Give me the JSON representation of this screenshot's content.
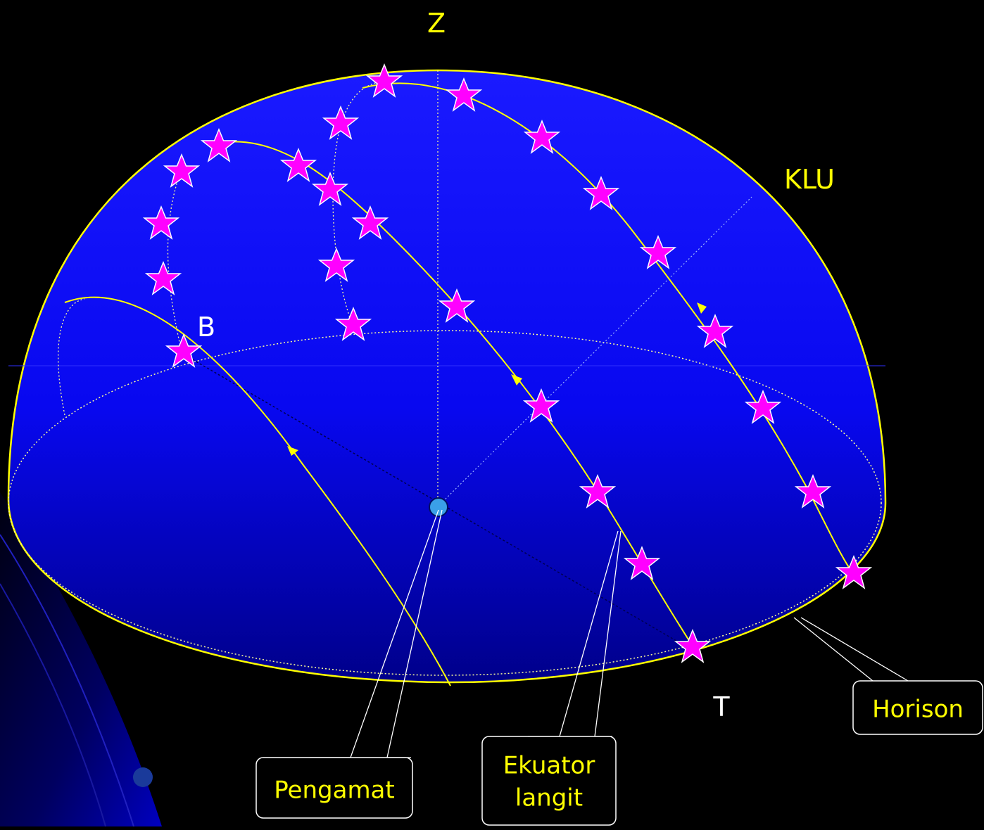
{
  "labels": {
    "zenith": "Z",
    "north_pole": "KLU",
    "west": "B",
    "east": "T"
  },
  "callouts": {
    "observer": "Pengamat",
    "equator_line1": "Ekuator",
    "equator_line2": "langit",
    "horizon": "Horison"
  },
  "colors": {
    "background": "#000000",
    "dome": "#0a0aff",
    "lines": "#ffff00",
    "stars": "#ff00ff",
    "observer": "#3aa0e8"
  },
  "icons": {
    "star": "star-icon",
    "observer": "observer-dot-icon",
    "direction": "arrow-icon"
  }
}
